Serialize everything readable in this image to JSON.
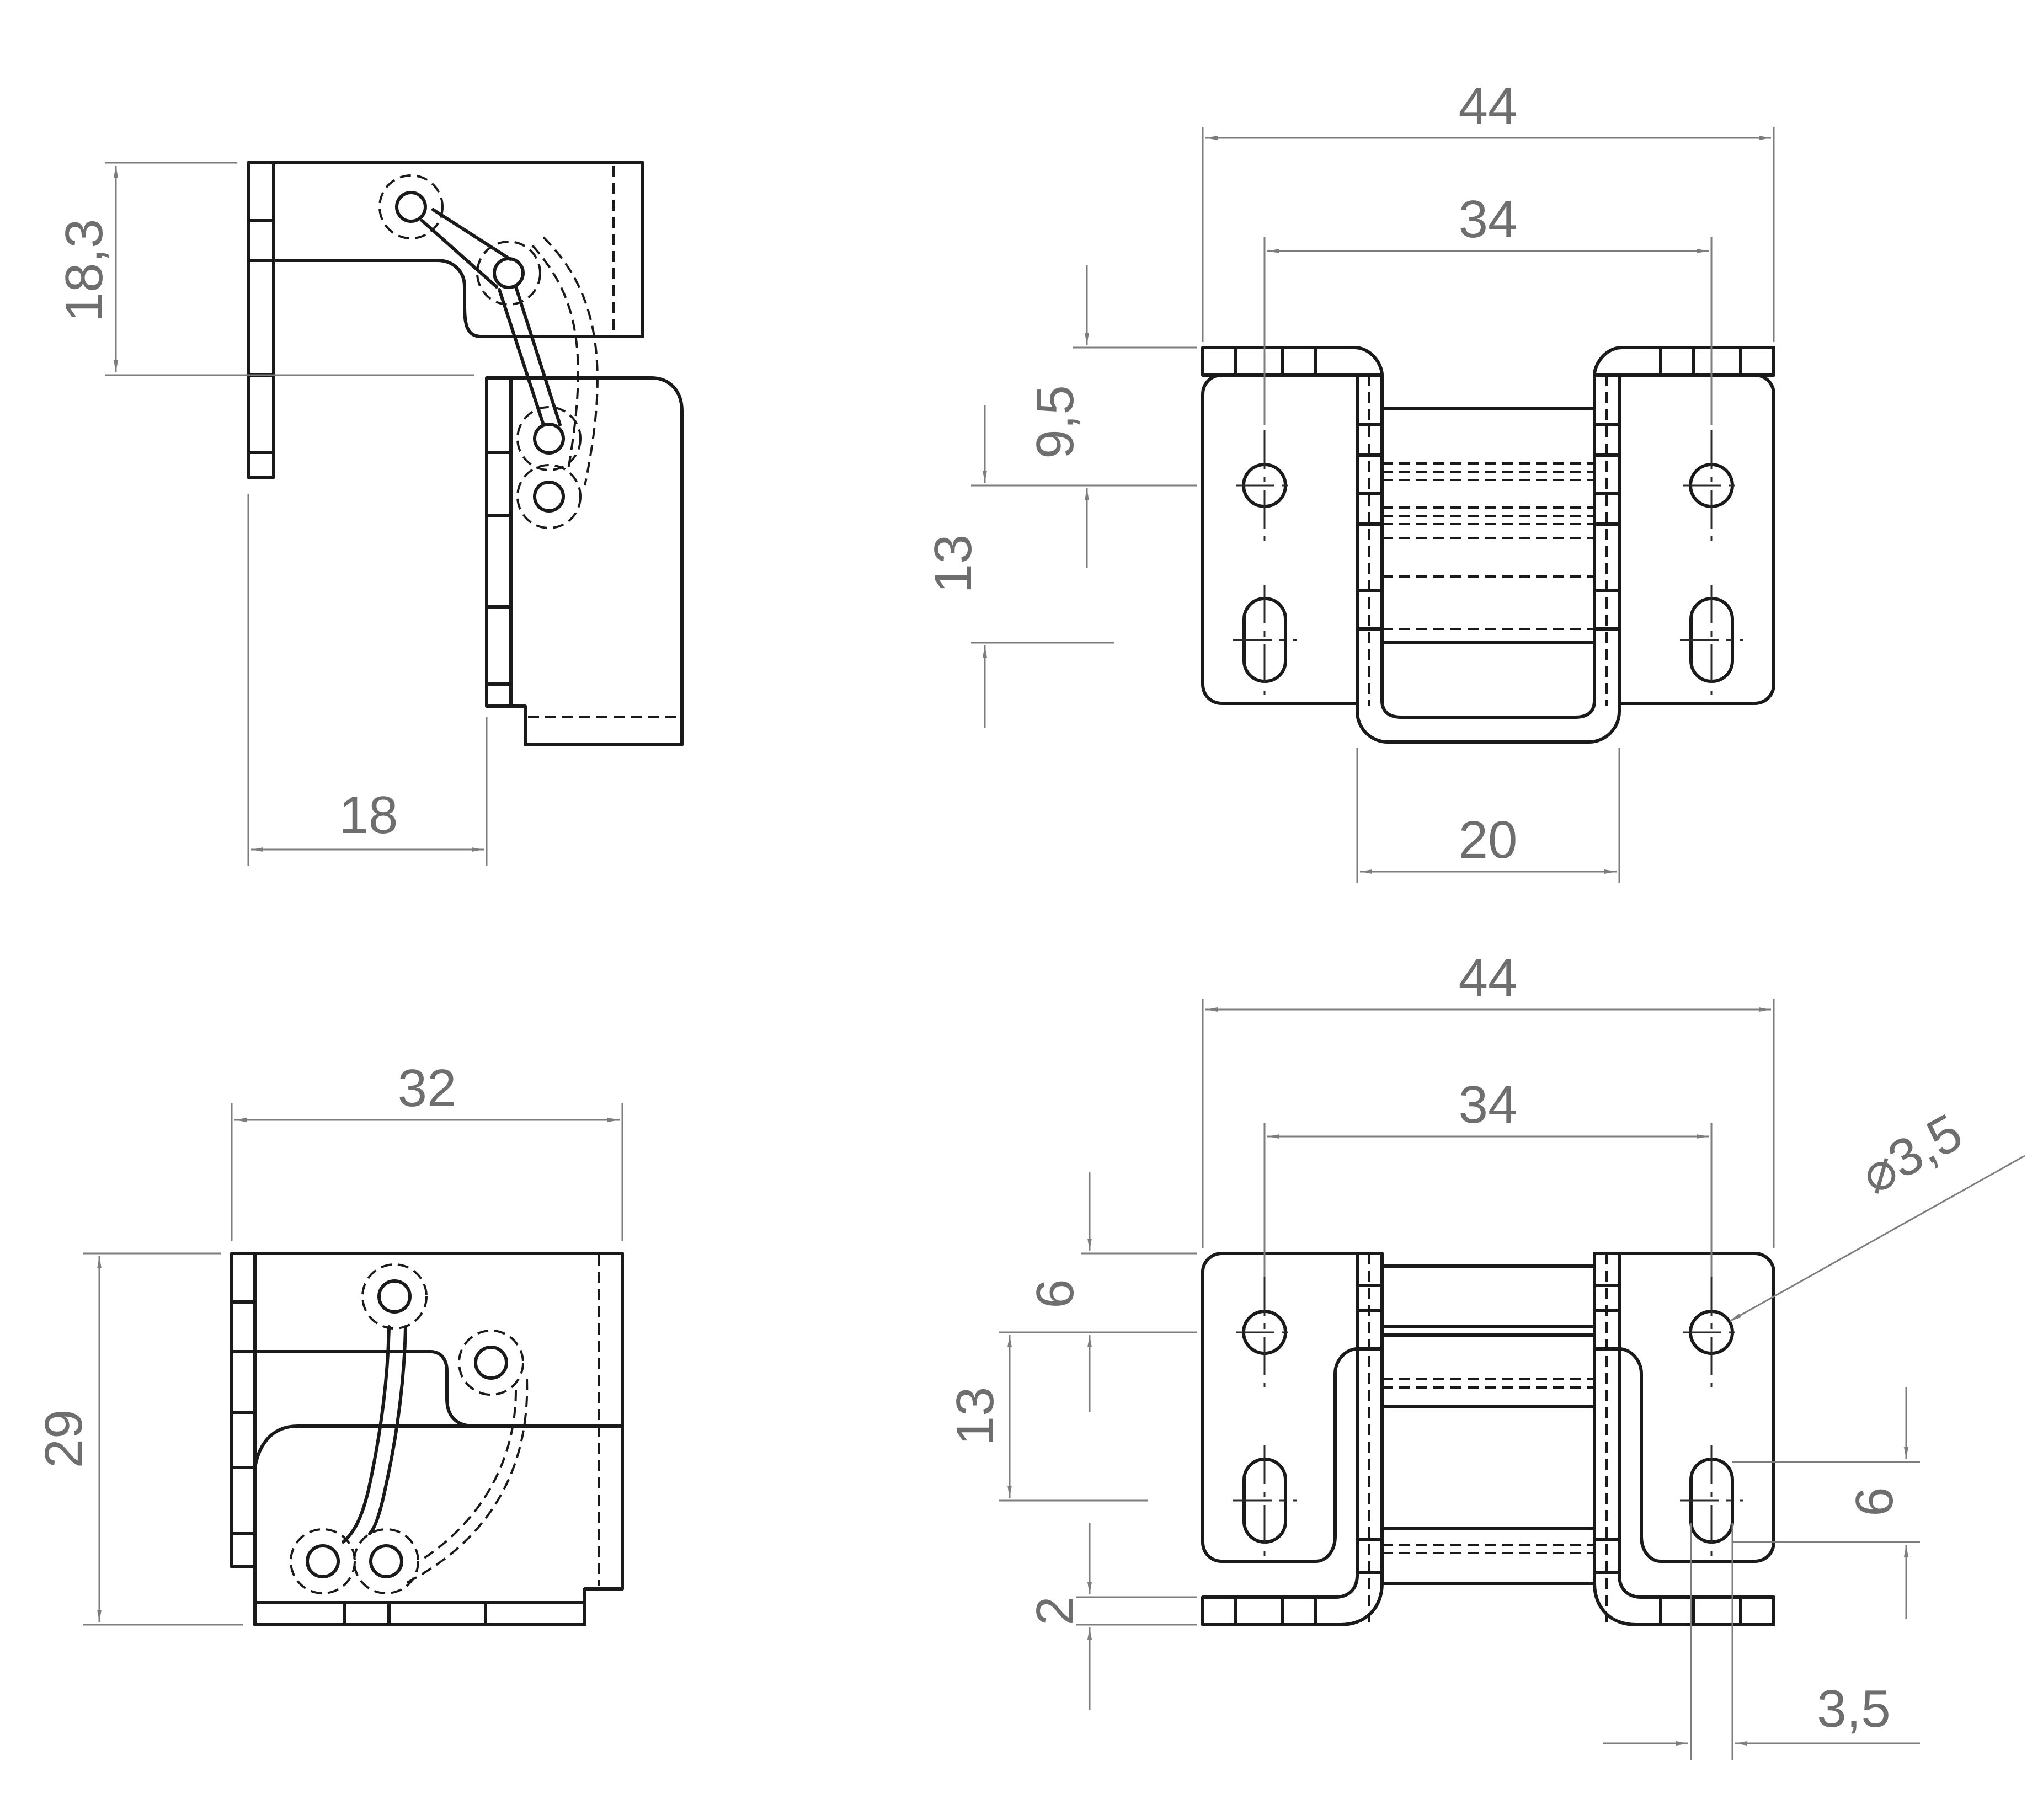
{
  "dimensions": {
    "side_view": {
      "height": "18,3",
      "width": "18"
    },
    "top_view": {
      "overall_width": "44",
      "hole_spacing": "34",
      "offset_top": "9,5",
      "hole_pitch": "13",
      "center_width": "20"
    },
    "left_view": {
      "width": "32",
      "height": "29"
    },
    "front_view": {
      "overall_width": "44",
      "hole_spacing": "34",
      "offset_top": "6",
      "hole_pitch": "13",
      "thickness": "2",
      "slot_length": "6",
      "slot_width": "3,5",
      "hole_diameter": "⌀3,5"
    }
  }
}
